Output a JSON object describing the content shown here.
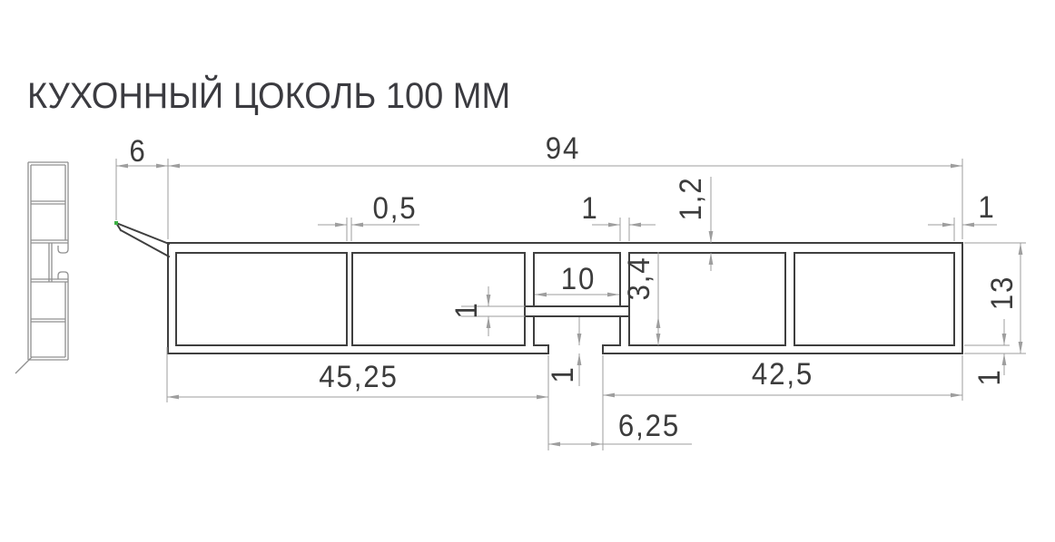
{
  "title": "КУХОННЫЙ ЦОКОЛЬ 100 ММ",
  "colors": {
    "profile_line": "#3f3f3f",
    "side_view_line": "#8f8f8f",
    "dimension_line": "#9e9e9e",
    "text": "#3c3c3c",
    "marker_green": "#3cb043",
    "background": "#ffffff"
  },
  "dimensions": {
    "lip_width": "6",
    "overall_width": "94",
    "inner_wall_thin": "0,5",
    "inner_wall": "1",
    "top_wall": "1,2",
    "groove_chamber_width": "10",
    "groove_depth": "3,4",
    "shelf_thickness": "1",
    "overall_height": "13",
    "right_wall": "1",
    "left_section": "45,25",
    "right_section": "42,5",
    "slot_width": "6,25",
    "slot_bottom_wall": "1",
    "bottom_wall": "1"
  }
}
